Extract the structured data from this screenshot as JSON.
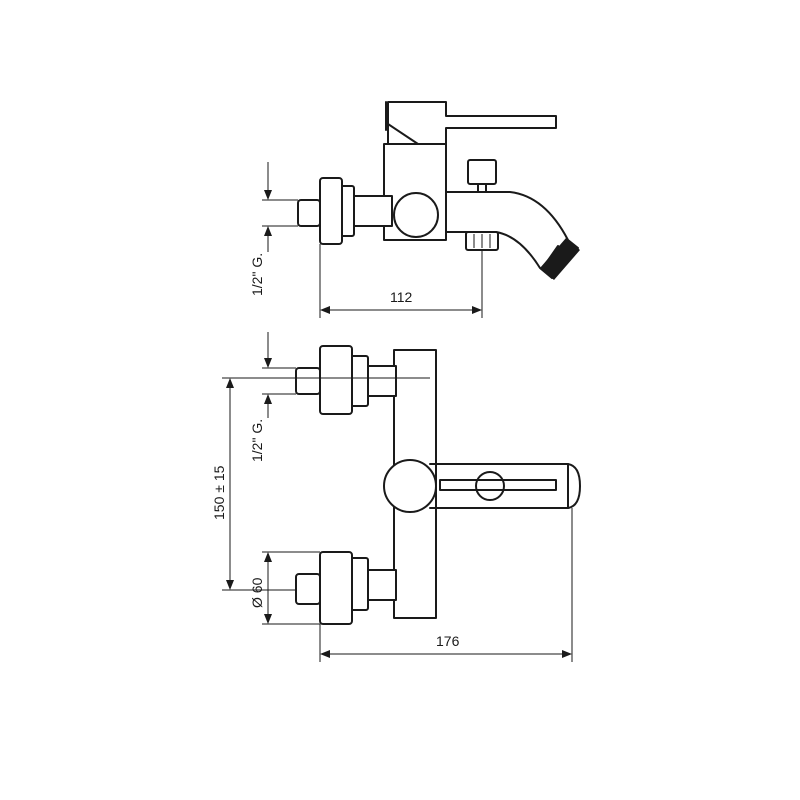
{
  "dimensions": {
    "top_width": "112",
    "top_thread": "1/2\" G.",
    "bottom_width": "176",
    "bottom_centers": "150 ± 15",
    "bottom_thread": "1/2\" G.",
    "bottom_flange": "Ø 60"
  }
}
